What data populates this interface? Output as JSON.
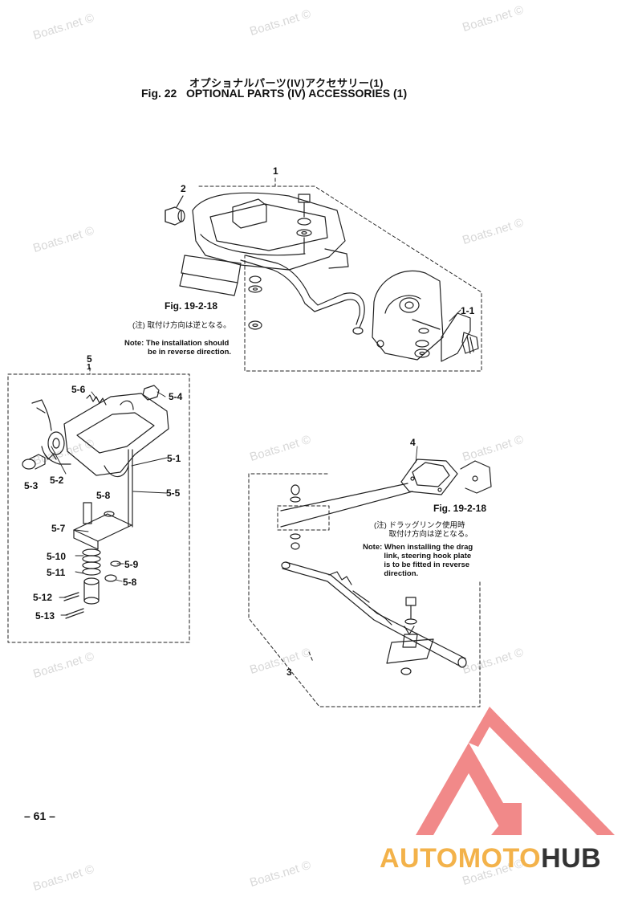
{
  "title": {
    "japanese": "オプショナルパーツ(IV)アクセサリー(1)",
    "english": "Fig. 22   OPTIONAL PARTS (IV) ACCESSORIES (1)"
  },
  "watermark_text": "Boats.net ©",
  "callouts": {
    "c1": "1",
    "c2": "2",
    "c1_1": "1-1",
    "c3": "3",
    "c4": "4",
    "c5": "5",
    "c5_sub": "1",
    "c5_1": "5-1",
    "c5_2": "5-2",
    "c5_3": "5-3",
    "c5_4": "5-4",
    "c5_5": "5-5",
    "c5_6": "5-6",
    "c5_7": "5-7",
    "c5_8a": "5-8",
    "c5_8b": "5-8",
    "c5_9": "5-9",
    "c5_10": "5-10",
    "c5_11": "5-11",
    "c5_12": "5-12",
    "c5_13": "5-13"
  },
  "fig_refs": {
    "upper": "Fig. 19-2-18",
    "lower": "Fig. 19-2-18"
  },
  "notes": {
    "upper_jp": "(注) 取付け方向は逆となる。",
    "upper_en": "Note: The installation should\n           be in reverse direction.",
    "lower_jp": "(注) ドラッグリンク使用時\n       取付け方向は逆となる。",
    "lower_en": "Note: When installing the drag\n          link, steering hook plate\n          is to be fitted in reverse\n          direction."
  },
  "page_number": "– 61 –",
  "brand": {
    "part1": "AUTOMOTO",
    "part2": "HUB",
    "color_primary": "#f07a7a",
    "color_secondary": "#f6b347",
    "color_dark": "#333333"
  }
}
